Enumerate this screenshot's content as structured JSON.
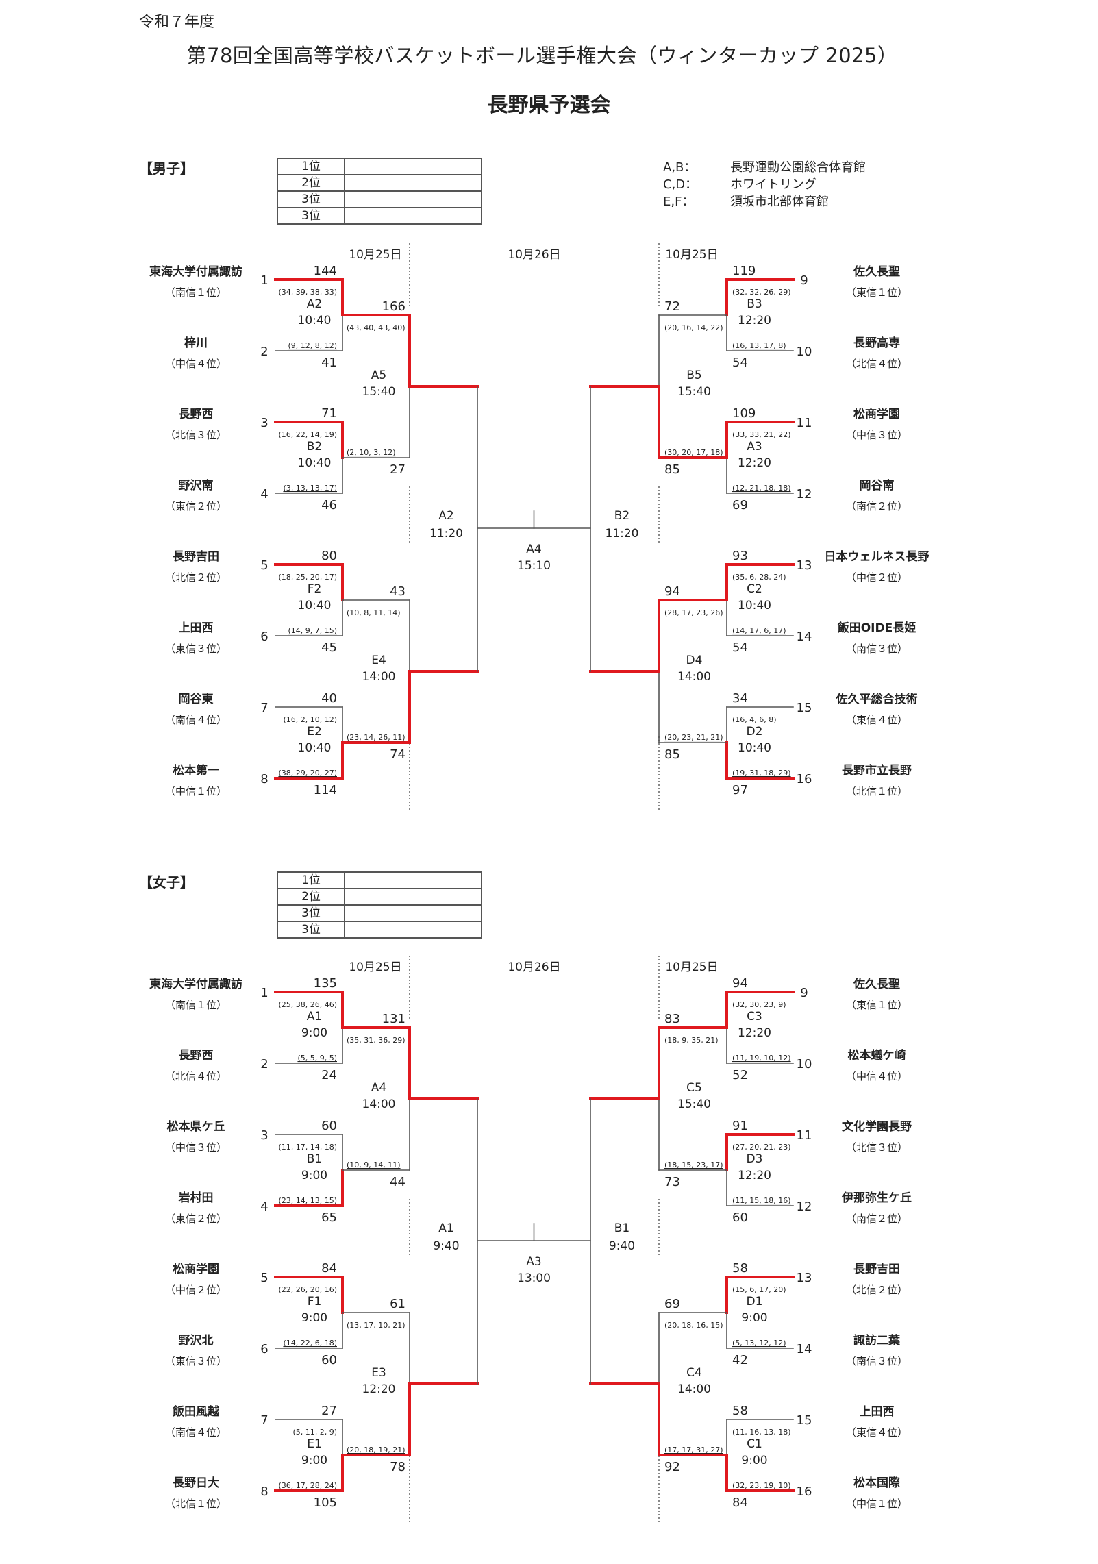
{
  "header": {
    "era": "令和７年度",
    "title": "第78回全国高等学校バスケットボール選手権大会（ウィンターカップ 2025）",
    "subtitle": "長野県予選会"
  },
  "venues": [
    {
      "courts": "A,B：",
      "name": "長野運動公園総合体育館"
    },
    {
      "courts": "C,D：",
      "name": "ホワイトリング"
    },
    {
      "courts": "E,F：",
      "name": "須坂市北部体育館"
    }
  ],
  "colors": {
    "winner_line": "#e0191f",
    "line": "#555555"
  },
  "days": {
    "day1": "10月25日",
    "day2": "10月26日"
  },
  "sections": [
    {
      "label": "【男子】",
      "ranks": [
        {
          "rank": "1位",
          "team": ""
        },
        {
          "rank": "2位",
          "team": ""
        },
        {
          "rank": "3位",
          "team": ""
        },
        {
          "rank": "3位",
          "team": ""
        }
      ],
      "teams": [
        {
          "seed": "1",
          "name": "東海大学付属諏訪",
          "qual": "（南信１位）"
        },
        {
          "seed": "2",
          "name": "梓川",
          "qual": "（中信４位）"
        },
        {
          "seed": "3",
          "name": "長野西",
          "qual": "（北信３位）"
        },
        {
          "seed": "4",
          "name": "野沢南",
          "qual": "（東信２位）"
        },
        {
          "seed": "5",
          "name": "長野吉田",
          "qual": "（北信２位）"
        },
        {
          "seed": "6",
          "name": "上田西",
          "qual": "（東信３位）"
        },
        {
          "seed": "7",
          "name": "岡谷東",
          "qual": "（南信４位）"
        },
        {
          "seed": "8",
          "name": "松本第一",
          "qual": "（中信１位）"
        },
        {
          "seed": "9",
          "name": "佐久長聖",
          "qual": "（東信１位）"
        },
        {
          "seed": "10",
          "name": "長野高専",
          "qual": "（北信４位）"
        },
        {
          "seed": "11",
          "name": "松商学園",
          "qual": "（中信３位）"
        },
        {
          "seed": "12",
          "name": "岡谷南",
          "qual": "（南信２位）"
        },
        {
          "seed": "13",
          "name": "日本ウェルネス長野",
          "qual": "（中信２位）"
        },
        {
          "seed": "14",
          "name": "飯田OIDE長姫",
          "qual": "（南信３位）"
        },
        {
          "seed": "15",
          "name": "佐久平総合技術",
          "qual": "（東信４位）"
        },
        {
          "seed": "16",
          "name": "長野市立長野",
          "qual": "（北信１位）"
        }
      ],
      "round1": [
        {
          "game": "A2",
          "time": "10:40",
          "top": {
            "score": "144",
            "q": "(34, 39, 38, 33)"
          },
          "bot": {
            "score": "41",
            "q": "(9, 12, 8, 12)"
          },
          "winner": "top"
        },
        {
          "game": "B2",
          "time": "10:40",
          "top": {
            "score": "71",
            "q": "(16, 22, 14, 19)"
          },
          "bot": {
            "score": "46",
            "q": "(3, 13, 13, 17)"
          },
          "winner": "top"
        },
        {
          "game": "F2",
          "time": "10:40",
          "top": {
            "score": "80",
            "q": "(18, 25, 20, 17)"
          },
          "bot": {
            "score": "45",
            "q": "(14, 9, 7, 15)"
          },
          "winner": "top"
        },
        {
          "game": "E2",
          "time": "10:40",
          "top": {
            "score": "40",
            "q": "(16, 2, 10, 12)"
          },
          "bot": {
            "score": "114",
            "q": "(38, 29, 20, 27)"
          },
          "winner": "bot"
        },
        {
          "game": "B3",
          "time": "12:20",
          "top": {
            "score": "119",
            "q": "(32, 32, 26, 29)"
          },
          "bot": {
            "score": "54",
            "q": "(16, 13, 17, 8)"
          },
          "winner": "top"
        },
        {
          "game": "A3",
          "time": "12:20",
          "top": {
            "score": "109",
            "q": "(33, 33, 21, 22)"
          },
          "bot": {
            "score": "69",
            "q": "(12, 21, 18, 18)"
          },
          "winner": "top"
        },
        {
          "game": "C2",
          "time": "10:40",
          "top": {
            "score": "93",
            "q": "(35, 6, 28, 24)"
          },
          "bot": {
            "score": "54",
            "q": "(14, 17, 6, 17)"
          },
          "winner": "top"
        },
        {
          "game": "D2",
          "time": "10:40",
          "top": {
            "score": "34",
            "q": "(16, 4, 6, 8)"
          },
          "bot": {
            "score": "97",
            "q": "(19, 31, 18, 29)"
          },
          "winner": "bot"
        }
      ],
      "round2": [
        {
          "game": "A5",
          "time": "15:40",
          "top": {
            "score": "166",
            "q": "(43, 40, 43, 40)"
          },
          "bot": {
            "score": "27",
            "q": "(2, 10, 3, 12)"
          },
          "winner": "top"
        },
        {
          "game": "E4",
          "time": "14:00",
          "top": {
            "score": "43",
            "q": "(10, 8, 11, 14)"
          },
          "bot": {
            "score": "74",
            "q": "(23, 14, 26, 11)"
          },
          "winner": "bot"
        },
        {
          "game": "B5",
          "time": "15:40",
          "top": {
            "score": "72",
            "q": "(20, 16, 14, 22)"
          },
          "bot": {
            "score": "85",
            "q": "(30, 20, 17, 18)"
          },
          "winner": "bot"
        },
        {
          "game": "D4",
          "time": "14:00",
          "top": {
            "score": "94",
            "q": "(28, 17, 23, 26)"
          },
          "bot": {
            "score": "85",
            "q": "(20, 23, 21, 21)"
          },
          "winner": "top"
        }
      ],
      "semis": [
        {
          "game": "A2",
          "time": "11:20"
        },
        {
          "game": "B2",
          "time": "11:20"
        }
      ],
      "final": {
        "game": "A4",
        "time": "15:10"
      }
    },
    {
      "label": "【女子】",
      "ranks": [
        {
          "rank": "1位",
          "team": ""
        },
        {
          "rank": "2位",
          "team": ""
        },
        {
          "rank": "3位",
          "team": ""
        },
        {
          "rank": "3位",
          "team": ""
        }
      ],
      "teams": [
        {
          "seed": "1",
          "name": "東海大学付属諏訪",
          "qual": "（南信１位）"
        },
        {
          "seed": "2",
          "name": "長野西",
          "qual": "（北信４位）"
        },
        {
          "seed": "3",
          "name": "松本県ケ丘",
          "qual": "（中信３位）"
        },
        {
          "seed": "4",
          "name": "岩村田",
          "qual": "（東信２位）"
        },
        {
          "seed": "5",
          "name": "松商学園",
          "qual": "（中信２位）"
        },
        {
          "seed": "6",
          "name": "野沢北",
          "qual": "（東信３位）"
        },
        {
          "seed": "7",
          "name": "飯田風越",
          "qual": "（南信４位）"
        },
        {
          "seed": "8",
          "name": "長野日大",
          "qual": "（北信１位）"
        },
        {
          "seed": "9",
          "name": "佐久長聖",
          "qual": "（東信１位）"
        },
        {
          "seed": "10",
          "name": "松本蟻ケ崎",
          "qual": "（中信４位）"
        },
        {
          "seed": "11",
          "name": "文化学園長野",
          "qual": "（北信３位）"
        },
        {
          "seed": "12",
          "name": "伊那弥生ケ丘",
          "qual": "（南信２位）"
        },
        {
          "seed": "13",
          "name": "長野吉田",
          "qual": "（北信２位）"
        },
        {
          "seed": "14",
          "name": "諏訪二葉",
          "qual": "（南信３位）"
        },
        {
          "seed": "15",
          "name": "上田西",
          "qual": "（東信４位）"
        },
        {
          "seed": "16",
          "name": "松本国際",
          "qual": "（中信１位）"
        }
      ],
      "round1": [
        {
          "game": "A1",
          "time": "9:00",
          "top": {
            "score": "135",
            "q": "(25, 38, 26, 46)"
          },
          "bot": {
            "score": "24",
            "q": "(5, 5, 9, 5)"
          },
          "winner": "top"
        },
        {
          "game": "B1",
          "time": "9:00",
          "top": {
            "score": "60",
            "q": "(11, 17, 14, 18)"
          },
          "bot": {
            "score": "65",
            "q": "(23, 14, 13, 15)"
          },
          "winner": "bot"
        },
        {
          "game": "F1",
          "time": "9:00",
          "top": {
            "score": "84",
            "q": "(22, 26, 20, 16)"
          },
          "bot": {
            "score": "60",
            "q": "(14, 22, 6, 18)"
          },
          "winner": "top"
        },
        {
          "game": "E1",
          "time": "9:00",
          "top": {
            "score": "27",
            "q": "(5, 11, 2, 9)"
          },
          "bot": {
            "score": "105",
            "q": "(36, 17, 28, 24)"
          },
          "winner": "bot"
        },
        {
          "game": "C3",
          "time": "12:20",
          "top": {
            "score": "94",
            "q": "(32, 30, 23, 9)"
          },
          "bot": {
            "score": "52",
            "q": "(11, 19, 10, 12)"
          },
          "winner": "top"
        },
        {
          "game": "D3",
          "time": "12:20",
          "top": {
            "score": "91",
            "q": "(27, 20, 21, 23)"
          },
          "bot": {
            "score": "60",
            "q": "(11, 15, 18, 16)"
          },
          "winner": "top"
        },
        {
          "game": "D1",
          "time": "9:00",
          "top": {
            "score": "58",
            "q": "(15, 6, 17, 20)"
          },
          "bot": {
            "score": "42",
            "q": "(5, 13, 12, 12)"
          },
          "winner": "top"
        },
        {
          "game": "C1",
          "time": "9:00",
          "top": {
            "score": "58",
            "q": "(11, 16, 13, 18)"
          },
          "bot": {
            "score": "84",
            "q": "(32, 23, 19, 10)"
          },
          "winner": "bot"
        }
      ],
      "round2": [
        {
          "game": "A4",
          "time": "14:00",
          "top": {
            "score": "131",
            "q": "(35, 31, 36, 29)"
          },
          "bot": {
            "score": "44",
            "q": "(10, 9, 14, 11)"
          },
          "winner": "top"
        },
        {
          "game": "E3",
          "time": "12:20",
          "top": {
            "score": "61",
            "q": "(13, 17, 10, 21)"
          },
          "bot": {
            "score": "78",
            "q": "(20, 18, 19, 21)"
          },
          "winner": "bot"
        },
        {
          "game": "C5",
          "time": "15:40",
          "top": {
            "score": "83",
            "q": "(18, 9, 35, 21)"
          },
          "bot": {
            "score": "73",
            "q": "(18, 15, 23, 17)"
          },
          "winner": "top"
        },
        {
          "game": "C4",
          "time": "14:00",
          "top": {
            "score": "69",
            "q": "(20, 18, 16, 15)"
          },
          "bot": {
            "score": "92",
            "q": "(17, 17, 31, 27)"
          },
          "winner": "bot"
        }
      ],
      "semis": [
        {
          "game": "A1",
          "time": "9:40"
        },
        {
          "game": "B1",
          "time": "9:40"
        }
      ],
      "final": {
        "game": "A3",
        "time": "13:00"
      }
    }
  ]
}
